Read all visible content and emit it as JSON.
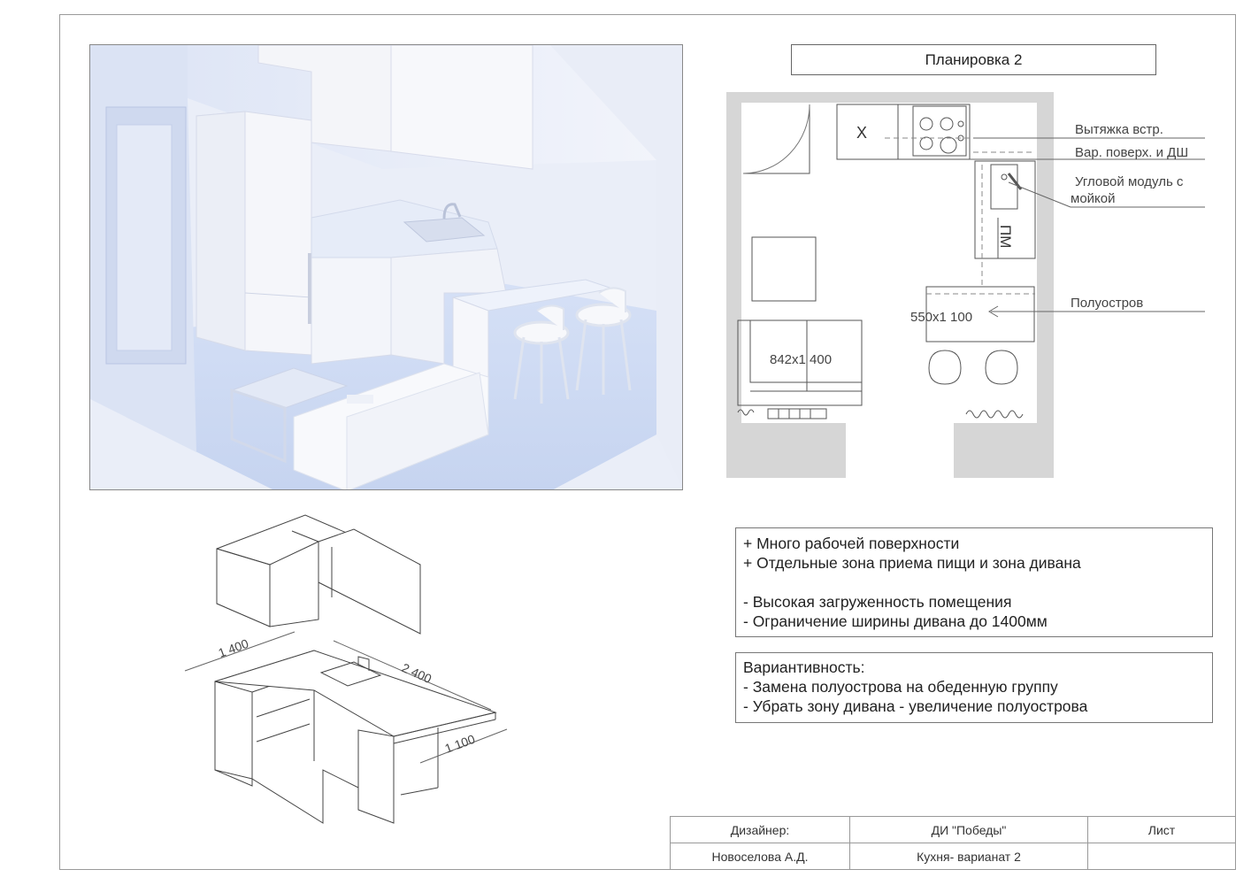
{
  "plan": {
    "title": "Планировка 2",
    "labels": {
      "hood": "Вытяжка встр.",
      "hob": "Вар. поверх. и ДШ",
      "corner_1": "Угловой модуль с",
      "corner_2": "мойкой",
      "peninsula": "Полуостров"
    },
    "dims": {
      "peninsula": "550x1 100",
      "sofa": "842x1 400"
    },
    "marks": {
      "x": "X",
      "dishwasher": "ПМ"
    }
  },
  "notes": {
    "pros": [
      "+  Много рабочей поверхности",
      "+ Отдельные зона приема пищи и зона дивана"
    ],
    "cons": [
      "- Высокая загруженность помещения",
      "- Ограничение ширины дивана до 1400мм"
    ]
  },
  "variants": {
    "heading": "Вариантивность:",
    "items": [
      "- Замена полуострова на обеденную группу",
      "- Убрать зону дивана - увеличение полуострова"
    ]
  },
  "iso": {
    "dim_1400": "1 400",
    "dim_2400": "2 400",
    "dim_1100": "1 100"
  },
  "stamp": {
    "designer_label": "Дизайнер:",
    "designer_name": "Новоселова А.Д.",
    "project": "ДИ \"Победы\"",
    "sheet_title": "Кухня- варианат 2",
    "sheet_label": "Лист",
    "sheet_number": ""
  },
  "colors": {
    "render_bg": "#eef2fb",
    "wall_gray": "#d6d6d6",
    "line": "#555555"
  }
}
